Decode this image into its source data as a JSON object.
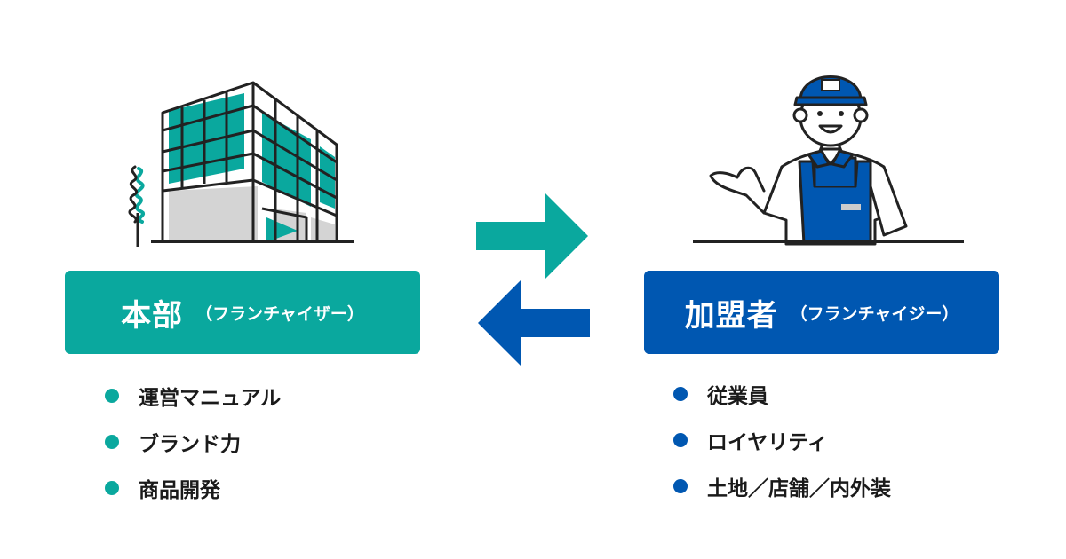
{
  "colors": {
    "teal": "#0aa89e",
    "blue": "#0057b1",
    "text": "#1a1a1a",
    "line": "#222222"
  },
  "headquarters": {
    "title": "本部",
    "subtitle": "（フランチャイザー）",
    "items": [
      "運営マニュアル",
      "ブランド力",
      "商品開発"
    ]
  },
  "franchisee": {
    "title": "加盟者",
    "subtitle": "（フランチャイジー）",
    "items": [
      "従業員",
      "ロイヤリティ",
      "土地／店舗／内外装"
    ]
  },
  "icons": {
    "building": "building-icon",
    "tree": "tree-icon",
    "worker": "worker-icon",
    "arrow_right": "arrow-right-icon",
    "arrow_left": "arrow-left-icon"
  }
}
